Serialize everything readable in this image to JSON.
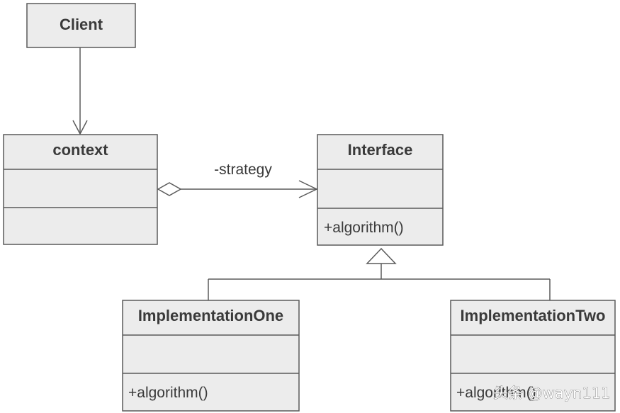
{
  "diagram": {
    "classes": {
      "client": {
        "name": "Client"
      },
      "context": {
        "name": "context"
      },
      "interface": {
        "name": "Interface",
        "operation": "+algorithm()"
      },
      "impl_one": {
        "name": "ImplementationOne",
        "operation": "+algorithm()"
      },
      "impl_two": {
        "name": "ImplementationTwo",
        "operation": "+algorithm()"
      }
    },
    "relations": {
      "strategy_label": "-strategy"
    },
    "watermark": "头条 @wayn111"
  },
  "colors": {
    "box_fill": "#ececec",
    "line": "#5a5a5a",
    "text": "#3a3a3a"
  }
}
